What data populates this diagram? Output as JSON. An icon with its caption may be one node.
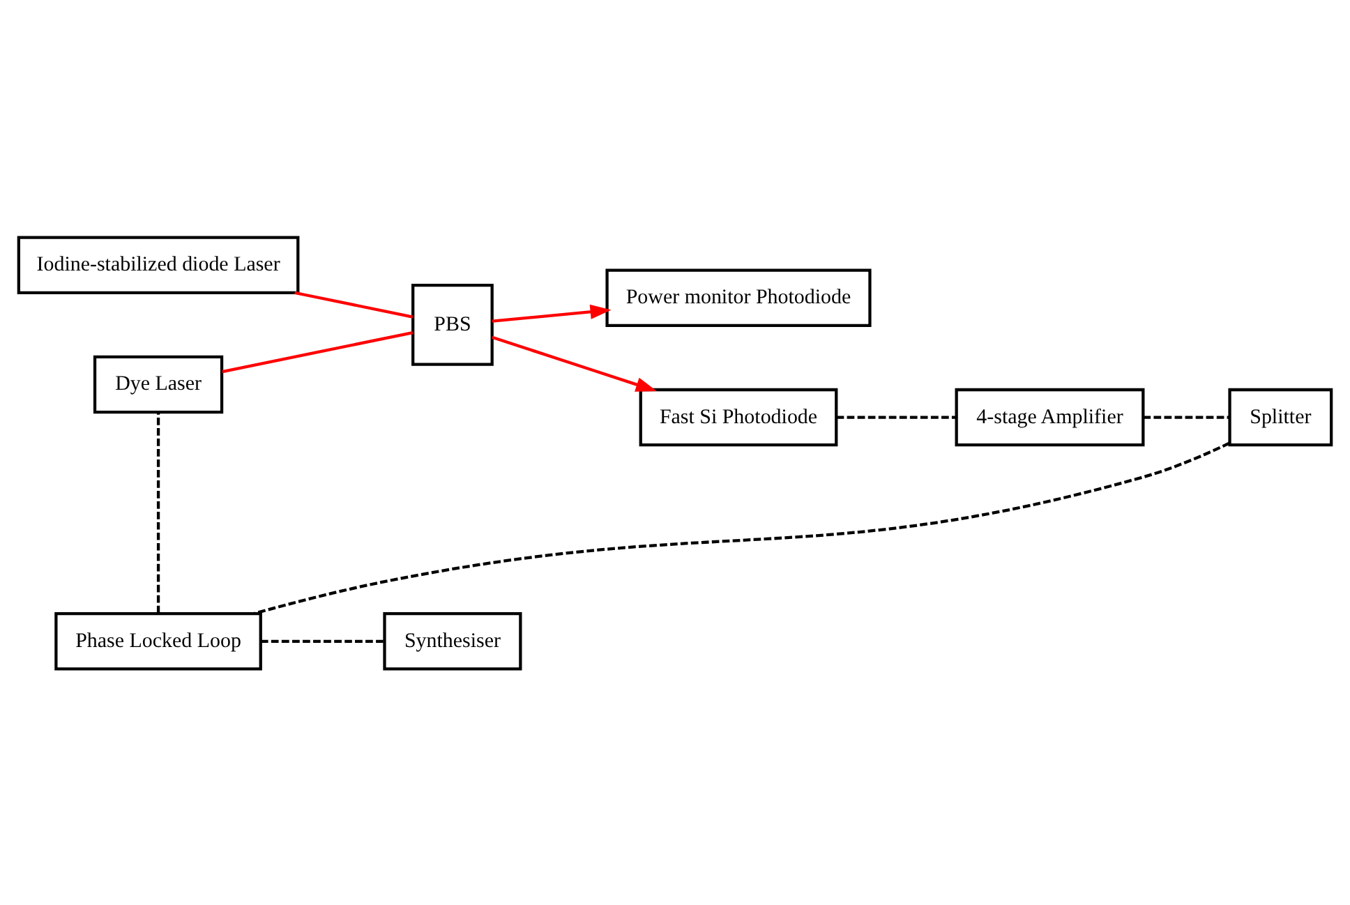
{
  "diagram": {
    "nodes": [
      {
        "text": [
          "Iodine-stabilized diode Laser"
        ]
      },
      {
        "text": [
          "PBS"
        ]
      },
      {
        "text": [
          "Power monitor Photodiode"
        ]
      },
      {
        "text": [
          "Fast Si Photodiode"
        ]
      },
      {
        "text": [
          "4-stage Amplifier"
        ]
      },
      {
        "text": [
          "Splitter"
        ]
      },
      {
        "text": [
          "Dye Laser"
        ]
      },
      {
        "text": [
          "Phase Locked Loop"
        ]
      },
      {
        "text": [
          "Synthesiser"
        ]
      }
    ],
    "edges": [
      {
        "from": 0,
        "to": 1,
        "arrow": "none",
        "color": "#ff0000"
      },
      {
        "from": 1,
        "to": 3,
        "arrow": "to",
        "color": "#ff0000"
      },
      {
        "from": 6,
        "to": 1,
        "arrow": "none",
        "color": "#ff0000"
      },
      {
        "from": 1,
        "to": 2,
        "arrow": "to",
        "color": "#ff0000"
      },
      {
        "from": 3,
        "to": 4,
        "arrow": "none",
        "style": "dashed"
      },
      {
        "from": 4,
        "to": 5,
        "arrow": "none",
        "style": "dashed"
      },
      {
        "from": 5,
        "to": 7,
        "arrow": "none",
        "style": "dashed"
      },
      {
        "from": 7,
        "to": 6,
        "arrow": "none",
        "style": "dashed"
      },
      {
        "from": 7,
        "to": 8,
        "arrow": "none",
        "style": "dashed"
      }
    ]
  }
}
